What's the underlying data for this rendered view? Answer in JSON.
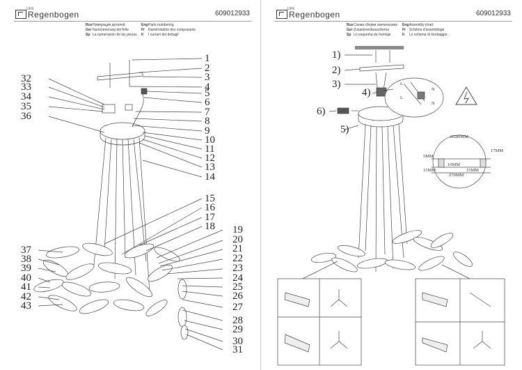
{
  "brand": "Regenbogen",
  "brand_tag": "LIFE",
  "article_no": "609012933",
  "left": {
    "headers": [
      {
        "lang": "Rus",
        "text": "Нумерация деталей"
      },
      {
        "lang": "Ger",
        "text": "Nummerierung derTeile"
      },
      {
        "lang": "Sp",
        "text": "La numeración de las piezas"
      },
      {
        "lang": "Eng",
        "text": "Parts numbering"
      },
      {
        "lang": "Fr",
        "text": "Numérotation des composants"
      },
      {
        "lang": "It",
        "text": "I numeri dei dettagli"
      }
    ],
    "part_numbers": [
      "1",
      "2",
      "3",
      "4",
      "5",
      "6",
      "7",
      "8",
      "9",
      "10",
      "11",
      "12",
      "13",
      "14",
      "15",
      "16",
      "17",
      "18",
      "19",
      "20",
      "21",
      "22",
      "23",
      "24",
      "25",
      "26",
      "27",
      "28",
      "29",
      "30",
      "31",
      "32",
      "33",
      "34",
      "35",
      "36",
      "37",
      "38",
      "39",
      "40",
      "41",
      "42",
      "43"
    ]
  },
  "right": {
    "headers": [
      {
        "lang": "Rus",
        "text": "Схема сборки светильника"
      },
      {
        "lang": "Ger",
        "text": "Zusammenbauschema"
      },
      {
        "lang": "Sp",
        "text": "Lo esquema de montaje"
      },
      {
        "lang": "Eng",
        "text": "Assembly chart"
      },
      {
        "lang": "Fr",
        "text": "Schéma d'assemblage"
      },
      {
        "lang": "It",
        "text": "Lo schema di montaggio"
      }
    ],
    "steps": [
      "1)",
      "2)",
      "3)",
      "4)",
      "5)",
      "6)"
    ],
    "dimensions": {
      "diameter": "Ø280MM",
      "d1": "5MM",
      "d2": "10MM",
      "d3": "17MM",
      "d4": "15MM",
      "d5": "15MM",
      "d6": "270MM"
    },
    "wiring": {
      "n1": "N",
      "n2": "N",
      "l1": "L",
      "l2": "L"
    }
  }
}
